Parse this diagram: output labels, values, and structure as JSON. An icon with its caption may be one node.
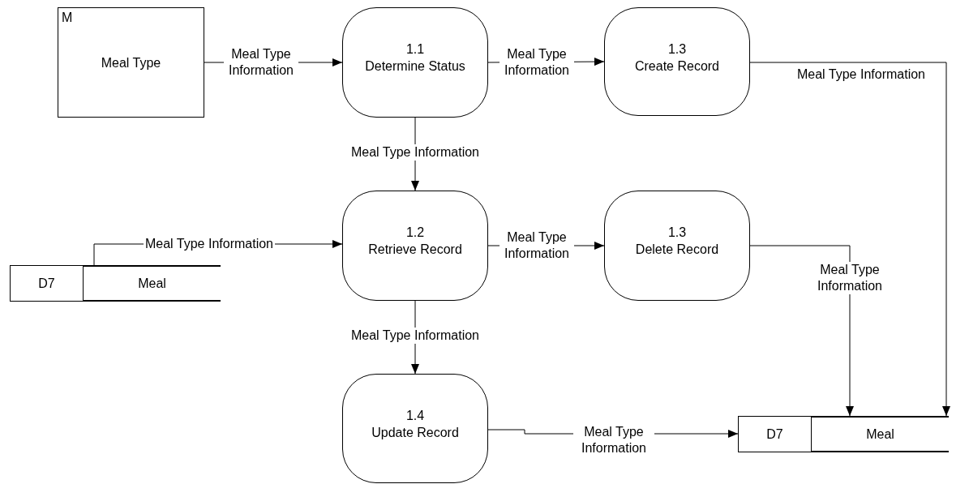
{
  "diagram": {
    "nodes": [
      {
        "text": [
          "M",
          "Meal Type"
        ]
      },
      {
        "text": [
          "1.1",
          "Determine Status"
        ]
      },
      {
        "text": [
          "1.3",
          "Create Record"
        ]
      },
      {
        "text": [
          "D7",
          "Meal"
        ]
      },
      {
        "text": [
          "1.2",
          "Retrieve Record"
        ]
      },
      {
        "text": [
          "1.3",
          "Delete Record"
        ]
      },
      {
        "text": [
          "1.4",
          "Update Record"
        ]
      },
      {
        "text": [
          "D7",
          "Meal"
        ]
      }
    ],
    "edges": [
      {
        "from": 0,
        "to": 1,
        "arrow": "to",
        "label": "Meal Type Information"
      },
      {
        "from": 1,
        "to": 2,
        "arrow": "to",
        "label": "Meal Type Information"
      },
      {
        "from": 1,
        "to": 4,
        "arrow": "to",
        "label": "Meal Type Information"
      },
      {
        "from": 2,
        "to": 7,
        "arrow": "to",
        "label": "Meal Type Information"
      },
      {
        "from": 3,
        "to": 4,
        "arrow": "to",
        "label": "Meal Type Information"
      },
      {
        "from": 4,
        "to": 5,
        "arrow": "to",
        "label": "Meal Type Information"
      },
      {
        "from": 4,
        "to": 6,
        "arrow": "to",
        "label": "Meal Type Information"
      },
      {
        "from": 5,
        "to": 7,
        "arrow": "to",
        "label": "Meal Type Information"
      },
      {
        "from": 6,
        "to": 7,
        "arrow": "to",
        "label": "Meal Type Information"
      }
    ]
  }
}
